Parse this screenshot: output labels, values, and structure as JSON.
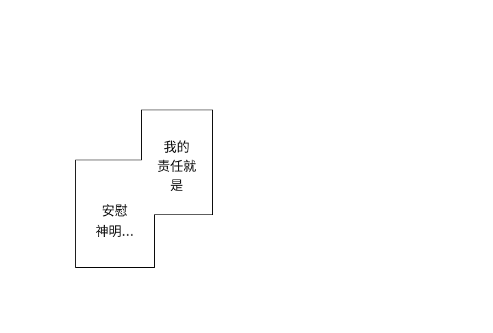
{
  "panel": {
    "caption_right": [
      "我的",
      "责任就",
      "是"
    ],
    "caption_left": [
      "安慰",
      "神明..."
    ]
  }
}
